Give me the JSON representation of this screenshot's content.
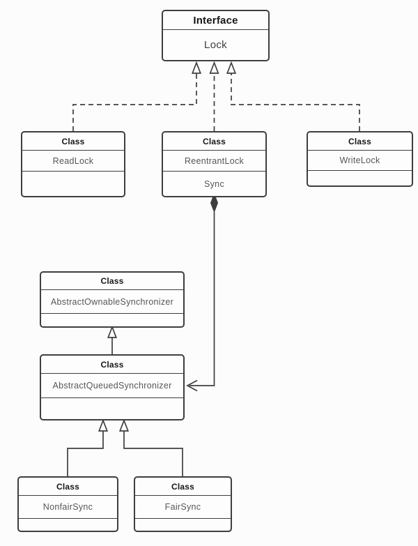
{
  "diagram": {
    "boxes": {
      "lock": {
        "stereotype": "Interface",
        "name": "Lock"
      },
      "readlock": {
        "stereotype": "Class",
        "name": "ReadLock"
      },
      "reentrantlock": {
        "stereotype": "Class",
        "name": "ReentrantLock",
        "member": "Sync"
      },
      "writelock": {
        "stereotype": "Class",
        "name": "WriteLock"
      },
      "aos": {
        "stereotype": "Class",
        "name": "AbstractOwnableSynchronizer"
      },
      "aqs": {
        "stereotype": "Class",
        "name": "AbstractQueuedSynchronizer"
      },
      "nonfairsync": {
        "stereotype": "Class",
        "name": "NonfairSync"
      },
      "fairsync": {
        "stereotype": "Class",
        "name": "FairSync"
      }
    },
    "relationships": [
      {
        "from": "ReadLock",
        "to": "Lock",
        "type": "realization (dashed, hollow arrow)"
      },
      {
        "from": "ReentrantLock",
        "to": "Lock",
        "type": "realization (dashed, hollow arrow)"
      },
      {
        "from": "WriteLock",
        "to": "Lock",
        "type": "realization (dashed, hollow arrow)"
      },
      {
        "from": "ReentrantLock.Sync",
        "to": "AbstractQueuedSynchronizer",
        "type": "composition (filled diamond, open arrow)"
      },
      {
        "from": "AbstractQueuedSynchronizer",
        "to": "AbstractOwnableSynchronizer",
        "type": "generalization (solid, hollow arrow)"
      },
      {
        "from": "NonfairSync",
        "to": "AbstractQueuedSynchronizer",
        "type": "generalization (solid, hollow arrow)"
      },
      {
        "from": "FairSync",
        "to": "AbstractQueuedSynchronizer",
        "type": "generalization (solid, hollow arrow)"
      }
    ],
    "colors": {
      "border": "#3e3e3e",
      "line": "#3e3e3e",
      "stereotype_text": "#161616",
      "name_text": "#565656",
      "background": "#fcfcfc",
      "box_fill": "#fdfdfd"
    }
  }
}
